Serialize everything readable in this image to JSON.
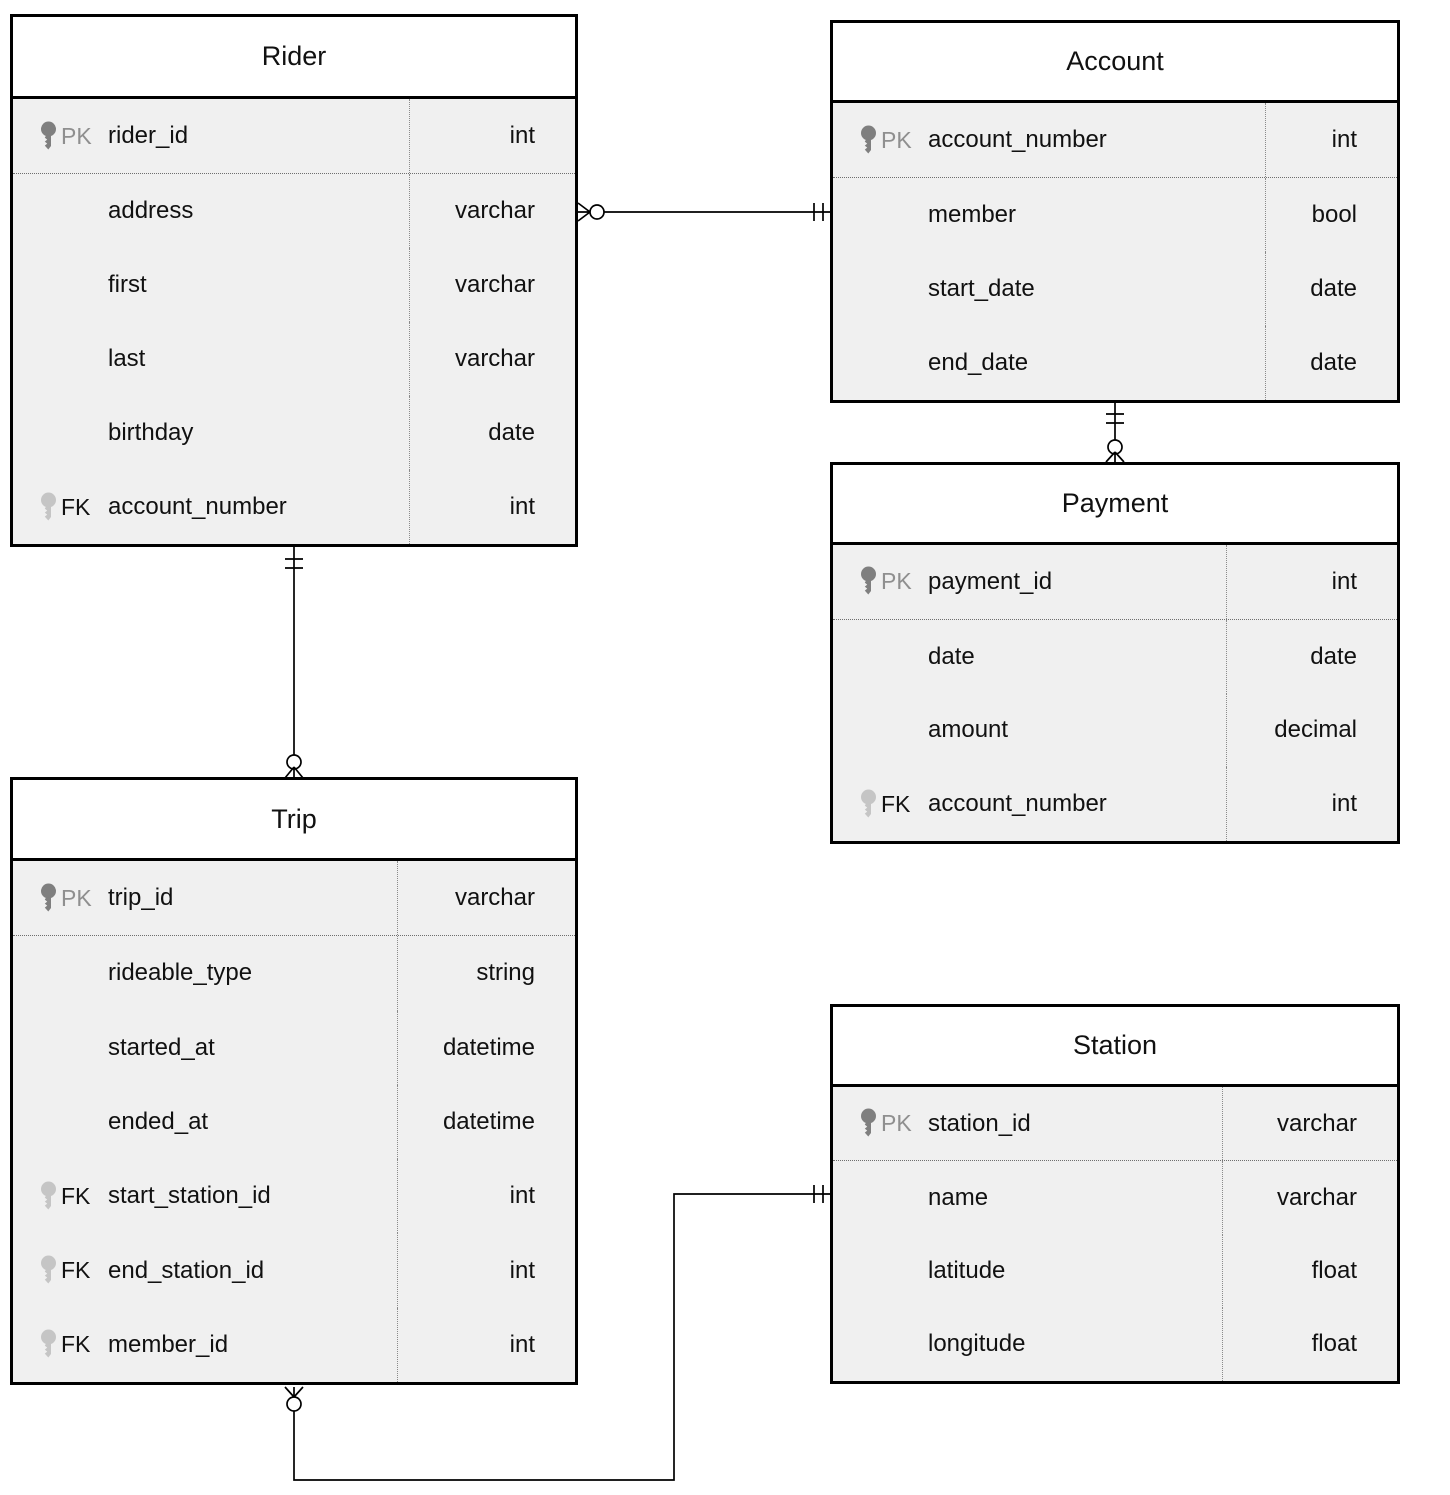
{
  "entities": [
    {
      "id": "rider",
      "title": "Rider",
      "rows": [
        {
          "key": "PK",
          "name": "rider_id",
          "type": "int"
        },
        {
          "key": "",
          "name": "address",
          "type": "varchar"
        },
        {
          "key": "",
          "name": "first",
          "type": "varchar"
        },
        {
          "key": "",
          "name": "last",
          "type": "varchar"
        },
        {
          "key": "",
          "name": "birthday",
          "type": "date"
        },
        {
          "key": "FK",
          "name": "account_number",
          "type": "int"
        }
      ]
    },
    {
      "id": "account",
      "title": "Account",
      "rows": [
        {
          "key": "PK",
          "name": "account_number",
          "type": "int"
        },
        {
          "key": "",
          "name": "member",
          "type": "bool"
        },
        {
          "key": "",
          "name": "start_date",
          "type": "date"
        },
        {
          "key": "",
          "name": "end_date",
          "type": "date"
        }
      ]
    },
    {
      "id": "payment",
      "title": "Payment",
      "rows": [
        {
          "key": "PK",
          "name": "payment_id",
          "type": "int"
        },
        {
          "key": "",
          "name": "date",
          "type": "date"
        },
        {
          "key": "",
          "name": "amount",
          "type": "decimal"
        },
        {
          "key": "FK",
          "name": "account_number",
          "type": "int"
        }
      ]
    },
    {
      "id": "trip",
      "title": "Trip",
      "rows": [
        {
          "key": "PK",
          "name": "trip_id",
          "type": "varchar"
        },
        {
          "key": "",
          "name": "rideable_type",
          "type": "string"
        },
        {
          "key": "",
          "name": "started_at",
          "type": "datetime"
        },
        {
          "key": "",
          "name": "ended_at",
          "type": "datetime"
        },
        {
          "key": "FK",
          "name": "start_station_id",
          "type": "int"
        },
        {
          "key": "FK",
          "name": "end_station_id",
          "type": "int"
        },
        {
          "key": "FK",
          "name": "member_id",
          "type": "int"
        }
      ]
    },
    {
      "id": "station",
      "title": "Station",
      "rows": [
        {
          "key": "PK",
          "name": "station_id",
          "type": "varchar"
        },
        {
          "key": "",
          "name": "name",
          "type": "varchar"
        },
        {
          "key": "",
          "name": "latitude",
          "type": "float"
        },
        {
          "key": "",
          "name": "longitude",
          "type": "float"
        }
      ]
    }
  ],
  "relationships": [
    {
      "from": "Rider",
      "to": "Account",
      "from_end": "zero-or-many",
      "to_end": "one-and-only-one"
    },
    {
      "from": "Rider",
      "to": "Trip",
      "from_end": "one-and-only-one",
      "to_end": "zero-or-many"
    },
    {
      "from": "Account",
      "to": "Payment",
      "from_end": "one-and-only-one",
      "to_end": "zero-or-many"
    },
    {
      "from": "Station",
      "to": "Trip",
      "from_end": "one-and-only-one",
      "to_end": "zero-or-many"
    }
  ],
  "colors": {
    "row_background": "#f0f0f0",
    "header_background": "#ffffff",
    "border": "#000000",
    "text": "#111111",
    "pk_icon": "#7f7f7f",
    "fk_icon": "#c5c5c5",
    "pk_label": "#8f8f8f"
  }
}
